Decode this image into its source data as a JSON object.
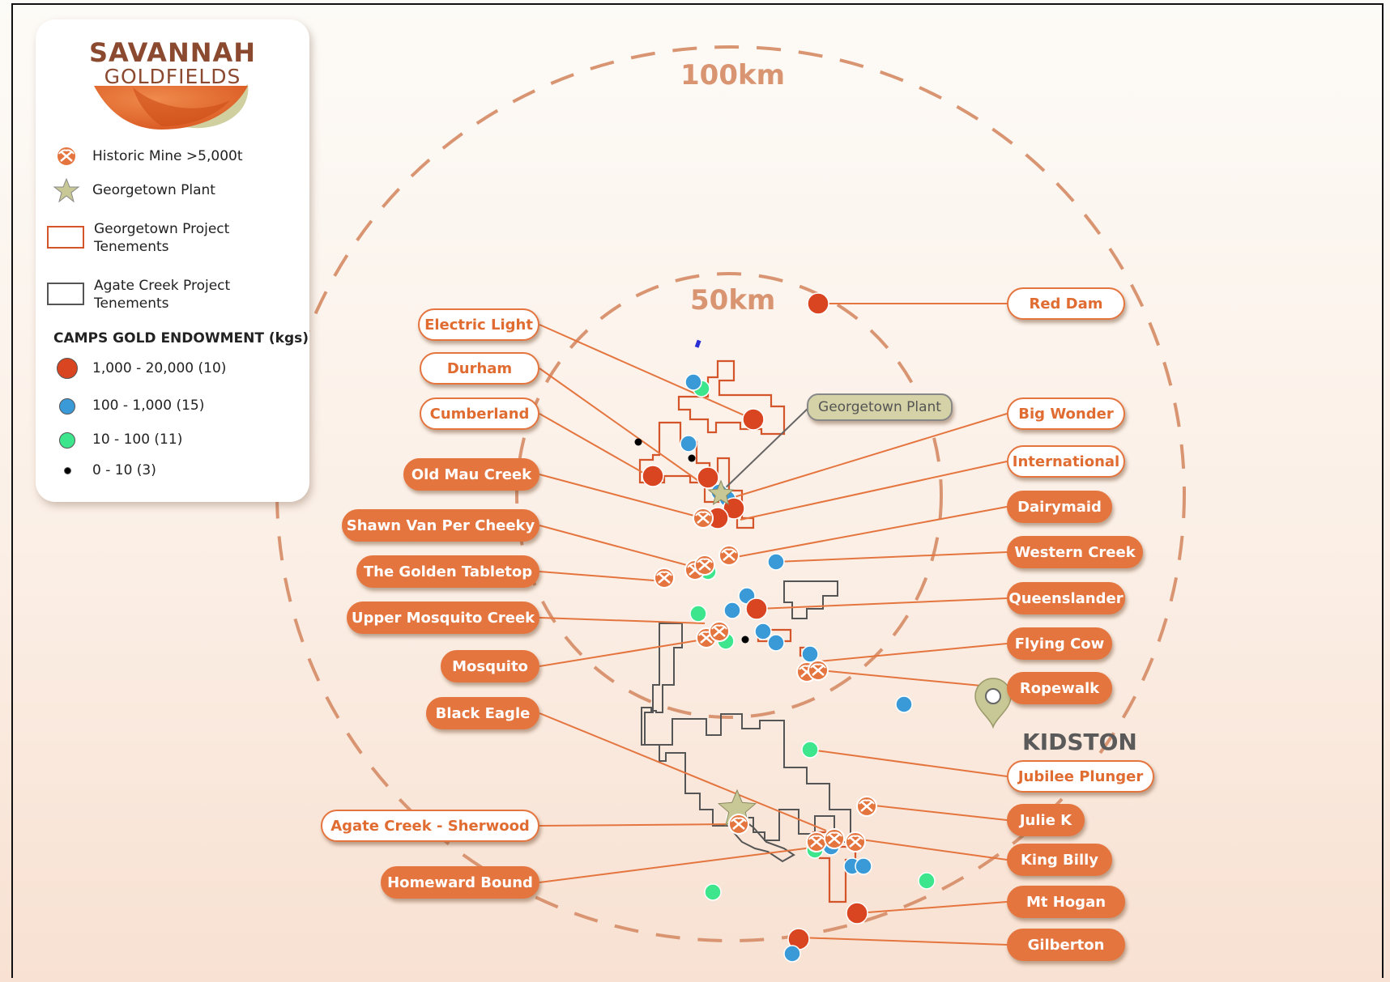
{
  "map": {
    "rings": [
      {
        "label": "100km"
      },
      {
        "label": "50km"
      }
    ],
    "town": {
      "label": "KIDSTON",
      "icon": "map-pin-icon"
    },
    "colors": {
      "red_dot": "#d94421",
      "blue_dot": "#3a9ad8",
      "green_dot": "#3de68d",
      "black_dot": "#000000",
      "georgetown_tenement": "#d4552a",
      "agate_tenement": "#555555",
      "callout_fill": "#e5753f",
      "ring": "#d99572"
    }
  },
  "legend": {
    "brand_line1": "SAVANNAH",
    "brand_line2": "GOLDFIELDS",
    "items": [
      {
        "icon": "pickaxe-icon",
        "label": "Historic Mine >5,000t"
      },
      {
        "icon": "star-icon",
        "label": "Georgetown Plant"
      },
      {
        "icon": "red-outline-rect-icon",
        "label": "Georgetown Project Tenements"
      },
      {
        "icon": "grey-outline-rect-icon",
        "label": "Agate Creek Project Tenements"
      }
    ],
    "endowment_heading": "CAMPS GOLD ENDOWMENT (kgs)",
    "endowment": [
      {
        "label": "1,000 - 20,000 (10)",
        "color": "#d94421"
      },
      {
        "label": "100 - 1,000 (15)",
        "color": "#3a9ad8"
      },
      {
        "label": "10 - 100 (11)",
        "color": "#3de68d"
      },
      {
        "label": "0 - 10 (3)",
        "color": "#000000"
      }
    ]
  },
  "callouts": {
    "georgetown_plant": "Georgetown Plant",
    "left": [
      {
        "label": "Electric Light",
        "style": "outline"
      },
      {
        "label": "Durham",
        "style": "outline"
      },
      {
        "label": "Cumberland",
        "style": "outline"
      },
      {
        "label": "Old Mau Creek",
        "style": "filled"
      },
      {
        "label": "Shawn Van Per Cheeky",
        "style": "filled"
      },
      {
        "label": "The Golden Tabletop",
        "style": "filled"
      },
      {
        "label": "Upper Mosquito Creek",
        "style": "filled"
      },
      {
        "label": "Mosquito",
        "style": "filled"
      },
      {
        "label": "Black Eagle",
        "style": "filled"
      },
      {
        "label": "Agate Creek - Sherwood",
        "style": "outline"
      },
      {
        "label": "Homeward Bound",
        "style": "filled"
      }
    ],
    "right": [
      {
        "label": "Red Dam",
        "style": "outline"
      },
      {
        "label": "Big Wonder",
        "style": "outline"
      },
      {
        "label": "International",
        "style": "outline"
      },
      {
        "label": "Dairymaid",
        "style": "filled"
      },
      {
        "label": "Western Creek",
        "style": "filled"
      },
      {
        "label": "Queenslander",
        "style": "filled"
      },
      {
        "label": "Flying Cow",
        "style": "filled"
      },
      {
        "label": "Ropewalk",
        "style": "filled"
      },
      {
        "label": "Jubilee Plunger",
        "style": "outline"
      },
      {
        "label": "Julie K",
        "style": "filled"
      },
      {
        "label": "King Billy",
        "style": "filled"
      },
      {
        "label": "Mt Hogan",
        "style": "filled"
      },
      {
        "label": "Gilberton",
        "style": "filled"
      }
    ]
  }
}
